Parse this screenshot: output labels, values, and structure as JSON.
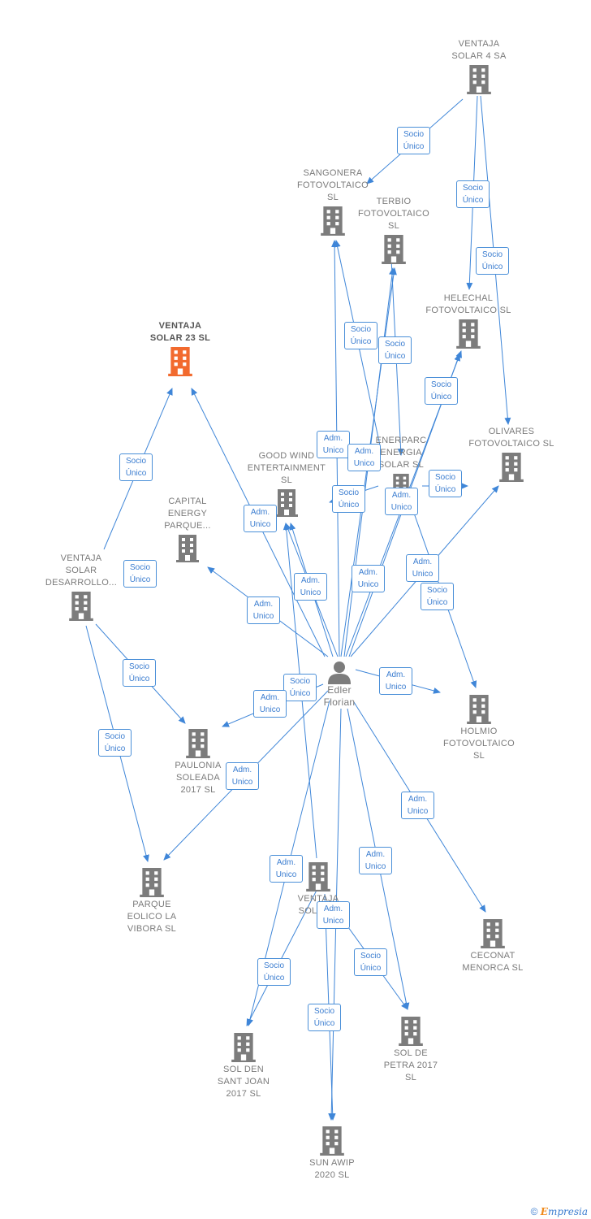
{
  "colors": {
    "edge": "#3f86d8",
    "building": "#7c7c7c",
    "main": "#f26a2e"
  },
  "nodes": {
    "ventaja_solar_4": "VENTAJA\nSOLAR 4 SA",
    "sangonera": "SANGONERA\nFOTOVOLTAICO\nSL",
    "terbio": "TERBIO\nFOTOVOLTAICO\nSL",
    "helechal": "HELECHAL\nFOTOVOLTAICO SL",
    "ventaja_solar_23": "VENTAJA\nSOLAR 23  SL",
    "enerparc": "ENERPARC\nENERGIA\nSOLAR  SL",
    "olivares": "OLIVARES\nFOTOVOLTAICO SL",
    "good_wind": "GOOD WIND\nENTERTAINMENT\nSL",
    "capital_energy": "CAPITAL\nENERGY\nPARQUE...",
    "ventaja_desarrollo": "VENTAJA\nSOLAR\nDESARROLLO...",
    "person": "Edler\nFlorian",
    "holmio": "HOLMIO\nFOTOVOLTAICO\nSL",
    "paulonia": "PAULONIA\nSOLEADA\n2017  SL",
    "parque_eolico": "PARQUE\nEOLICO LA\nVIBORA  SL",
    "ventaja_solar_x": "VENTAJA\nSOLAR...",
    "ceconat": "CECONAT\nMENORCA SL",
    "sol_petra": "SOL DE\nPETRA 2017\nSL",
    "sol_den": "SOL DEN\nSANT JOAN\n2017  SL",
    "sun_awip": "SUN AWIP\n2020  SL"
  },
  "edge_labels": {
    "socio": [
      "Socio",
      "Único"
    ],
    "adm": [
      "Adm.",
      "Unico"
    ]
  },
  "footer": {
    "copyright": "©",
    "brand_initial": "E",
    "brand_rest": "mpresia"
  }
}
